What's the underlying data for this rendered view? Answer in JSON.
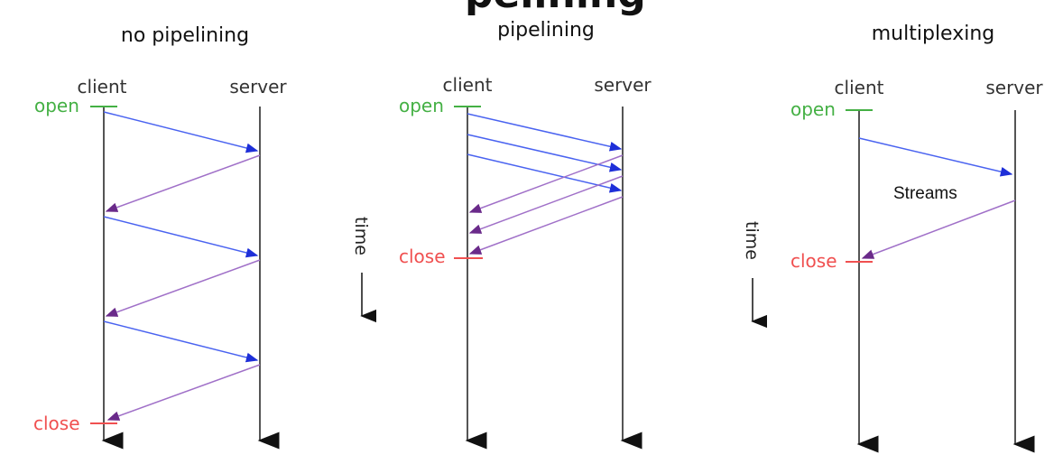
{
  "top_cut_text": "pelining",
  "colors": {
    "lifeline": "#555555",
    "request": "#4a63f0",
    "response": "#a070c8",
    "response_head": "#6a2a8a",
    "open": "#44b044",
    "close": "#f05050"
  },
  "panels": [
    {
      "title": "no pipelining",
      "client_label": "client",
      "server_label": "server",
      "open_label": "open",
      "close_label": "close",
      "note": "",
      "time_label": ""
    },
    {
      "title": "pipelining",
      "client_label": "client",
      "server_label": "server",
      "open_label": "open",
      "close_label": "close",
      "note": "",
      "time_label": "time"
    },
    {
      "title": "multiplexing",
      "client_label": "client",
      "server_label": "server",
      "open_label": "open",
      "close_label": "close",
      "note": "Streams",
      "time_label": "time"
    }
  ]
}
